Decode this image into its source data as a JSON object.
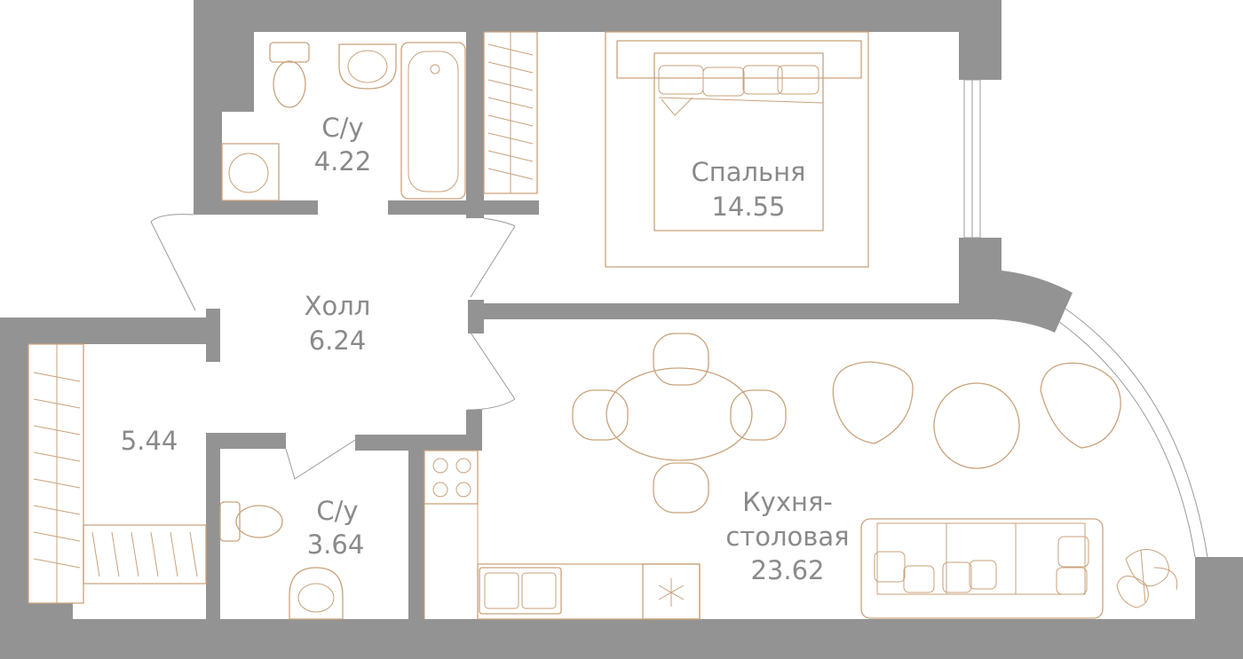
{
  "plan": {
    "colors": {
      "wall": "#939393",
      "furniture": "#c9a27a",
      "label": "#8a8a8a"
    },
    "rooms": [
      {
        "id": "bathroom-1",
        "name": "С/у",
        "area": "4.22"
      },
      {
        "id": "bedroom",
        "name": "Спальня",
        "area": "14.55"
      },
      {
        "id": "hall",
        "name": "Холл",
        "area": "6.24"
      },
      {
        "id": "wardrobe",
        "name": "",
        "area": "5.44"
      },
      {
        "id": "bathroom-2",
        "name": "С/у",
        "area": "3.64"
      },
      {
        "id": "kitchen",
        "name_line1": "Кухня-",
        "name_line2": "столовая",
        "area": "23.62"
      }
    ]
  }
}
